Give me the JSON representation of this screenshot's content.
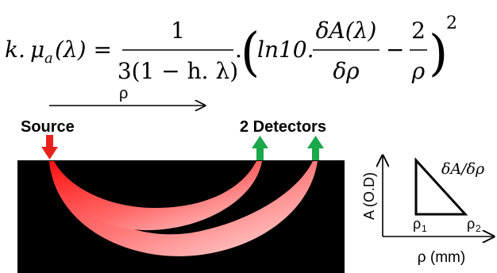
{
  "equation": {
    "lhs": "k.",
    "mu": "μ",
    "mu_sub": "a",
    "lhs_arg": "(λ) =",
    "frac1_num": "1",
    "frac1_den": "3(1 − h. λ)",
    "dot": ".",
    "paren_open": "(",
    "ln_term": "ln10.",
    "frac2_num": "δA(λ)",
    "frac2_den": "δρ",
    "minus": "−",
    "frac3_num": "2",
    "frac3_den": "ρ",
    "paren_close": ")",
    "power": "2"
  },
  "diagram": {
    "rho_label": "ρ",
    "source_label": "Source",
    "detectors_label": "2 Detectors",
    "colors": {
      "tissue": "#000000",
      "source_arrow": "#e8211d",
      "detector_arrow": "#1aa84a",
      "banana": "#ff2a2a"
    }
  },
  "plot": {
    "ylabel": "A (O.D)",
    "xlabel": "ρ (mm)",
    "slope_label": "δA/δρ",
    "rho1": "ρ",
    "rho1_sub": "1",
    "rho2": "ρ",
    "rho2_sub": "2"
  }
}
